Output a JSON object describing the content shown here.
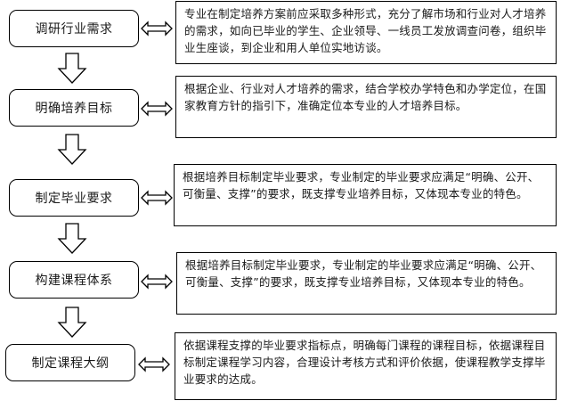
{
  "diagram": {
    "type": "flowchart",
    "direction": "top-to-bottom",
    "steps": [
      {
        "label": "调研行业需求",
        "description": "专业在制定培养方案前应采取多种形式，充分了解市场和行业对人才培养的需求，如向已毕业的学生、企业领导、一线员工发放调查问卷，组织毕业生座谈，到企业和用人单位实地访谈。"
      },
      {
        "label": "明确培养目标",
        "description": "根据企业、行业对人才培养的需求，结合学校办学特色和办学定位，在国家教育方针的指引下，准确定位本专业的人才培养目标。"
      },
      {
        "label": "制定毕业要求",
        "description": "根据培养目标制定毕业要求，专业制定的毕业要求应满足“明确、公开、可衡量、支撑”的要求，既支撑专业培养目标，又体现本专业的特色。"
      },
      {
        "label": "构建课程体系",
        "description": "根据培养目标制定毕业要求，专业制定的毕业要求应满足“明确、公开、可衡量、支撑”的要求，既支撑专业培养目标，又体现本专业的特色。"
      },
      {
        "label": "制定课程大纲",
        "description": "依据课程支撑的毕业要求指标点，明确每门课程的课程目标，依据课程目标制定课程学习内容，合理设计考核方式和评价依据，使课程教学支撑毕业要求的达成。"
      }
    ],
    "connectors": {
      "between_steps": "down-arrow-outline",
      "step_to_description": "double-headed-arrow-outline"
    },
    "colors": {
      "stroke": "#000000",
      "background": "#ffffff",
      "text": "#1a1a1a"
    }
  }
}
